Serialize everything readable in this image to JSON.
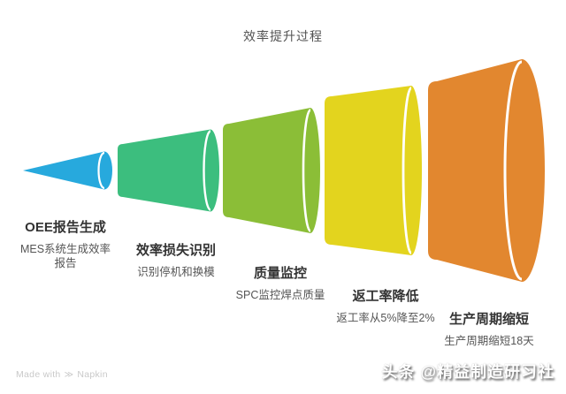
{
  "title": "效率提升过程",
  "funnel": {
    "segments": [
      {
        "label": "OEE报告生成",
        "description": "MES系统生成效率报告",
        "color": "#27A9DD"
      },
      {
        "label": "效率损失识别",
        "description": "识别停机和换模",
        "color": "#3CBE7E"
      },
      {
        "label": "质量监控",
        "description": "SPC监控焊点质量",
        "color": "#8BBE37"
      },
      {
        "label": "返工率降低",
        "description": "返工率从5%降至2%",
        "color": "#E3D41E"
      },
      {
        "label": "生产周期缩短",
        "description": "生产周期缩短18天",
        "color": "#E2872F"
      }
    ]
  },
  "watermarks": {
    "napkin_prefix": "Made with",
    "napkin_logo": "≫",
    "napkin_brand": "Napkin",
    "toutiao": "头条 @精益制造研习社"
  }
}
